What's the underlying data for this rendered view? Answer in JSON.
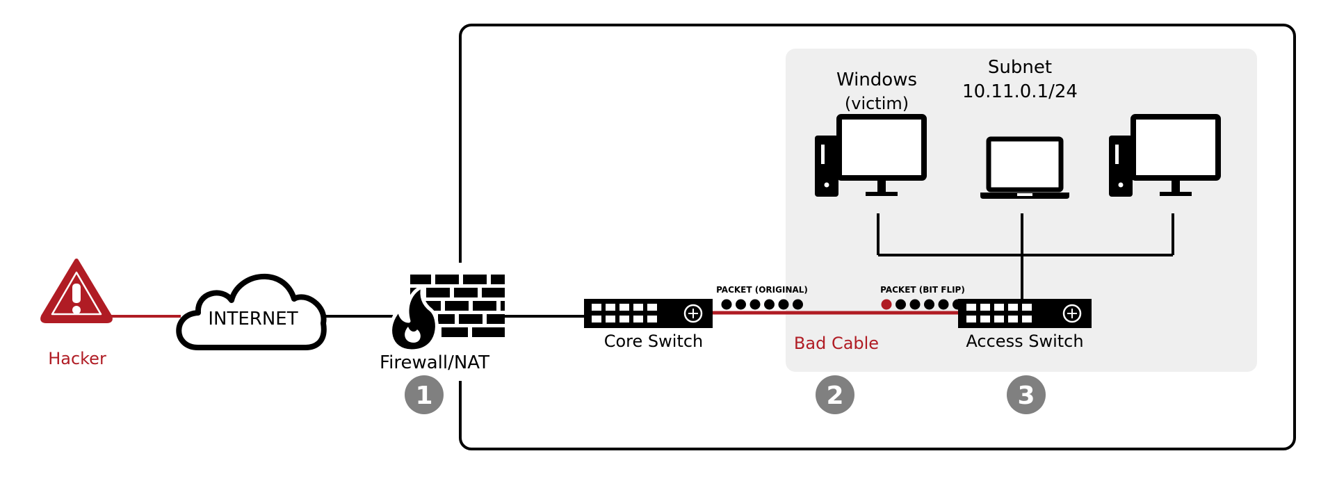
{
  "colors": {
    "accent_red": "#b01c24",
    "black": "#000000",
    "subnet_fill": "#efefef",
    "badge_gray": "#808080",
    "white": "#ffffff"
  },
  "icons": [
    "warning-triangle-icon",
    "cloud-icon",
    "firewall-icon",
    "switch-icon",
    "desktop-computer-icon",
    "laptop-icon"
  ],
  "nodes": {
    "hacker": {
      "label": "Hacker"
    },
    "internet": {
      "label": "INTERNET"
    },
    "firewall": {
      "label": "Firewall/NAT"
    },
    "core_switch": {
      "label": "Core Switch"
    },
    "access_switch": {
      "label": "Access Switch"
    },
    "windows": {
      "label_line1": "Windows",
      "label_line2": "(victim)"
    }
  },
  "subnet": {
    "label_line1": "Subnet",
    "label_line2": "10.11.0.1/24"
  },
  "cable": {
    "label": "Bad Cable"
  },
  "packets": {
    "original": {
      "label": "PACKET (ORIGINAL)",
      "bits": 6,
      "flipped": 0
    },
    "bit_flip": {
      "label": "PACKET (BIT FLIP)",
      "bits": 6,
      "flipped": 1
    }
  },
  "badges": [
    "1",
    "2",
    "3"
  ]
}
